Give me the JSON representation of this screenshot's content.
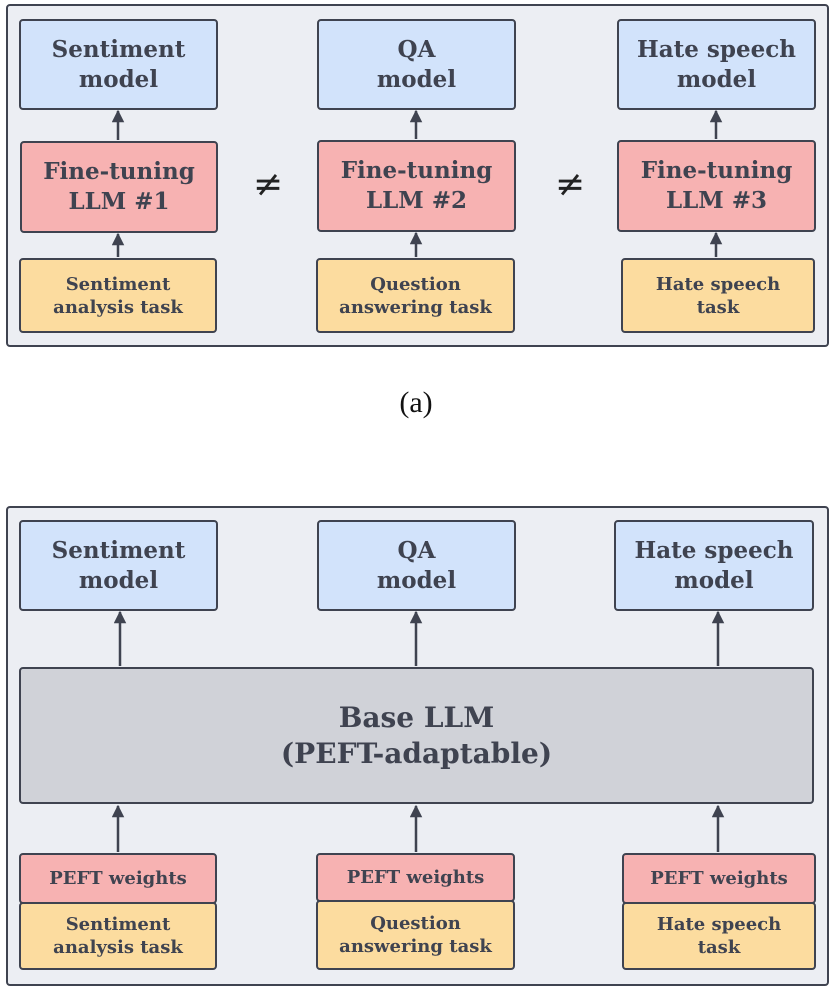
{
  "panel_a": {
    "models": [
      "Sentiment\nmodel",
      "QA\nmodel",
      "Hate speech\nmodel"
    ],
    "finetune": [
      "Fine-tuning\nLLM #1",
      "Fine-tuning\nLLM #2",
      "Fine-tuning\nLLM #3"
    ],
    "tasks": [
      "Sentiment\nanalysis task",
      "Question\nanswering task",
      "Hate speech\ntask"
    ],
    "neq_symbol": "≠"
  },
  "caption_a": "(a)",
  "panel_b": {
    "models": [
      "Sentiment\nmodel",
      "QA\nmodel",
      "Hate speech\nmodel"
    ],
    "base": "Base LLM\n(PEFT-adaptable)",
    "peft": [
      "PEFT weights",
      "PEFT weights",
      "PEFT weights"
    ],
    "tasks": [
      "Sentiment\nanalysis task",
      "Question\nanswering task",
      "Hate speech\ntask"
    ]
  },
  "colors": {
    "panel_bg": "#eceef3",
    "model_box": "#d2e3fb",
    "finetune_box": "#f7b2b2",
    "task_box": "#fcdc9f",
    "base_box": "#d0d2d8",
    "stroke": "#3f4350"
  }
}
